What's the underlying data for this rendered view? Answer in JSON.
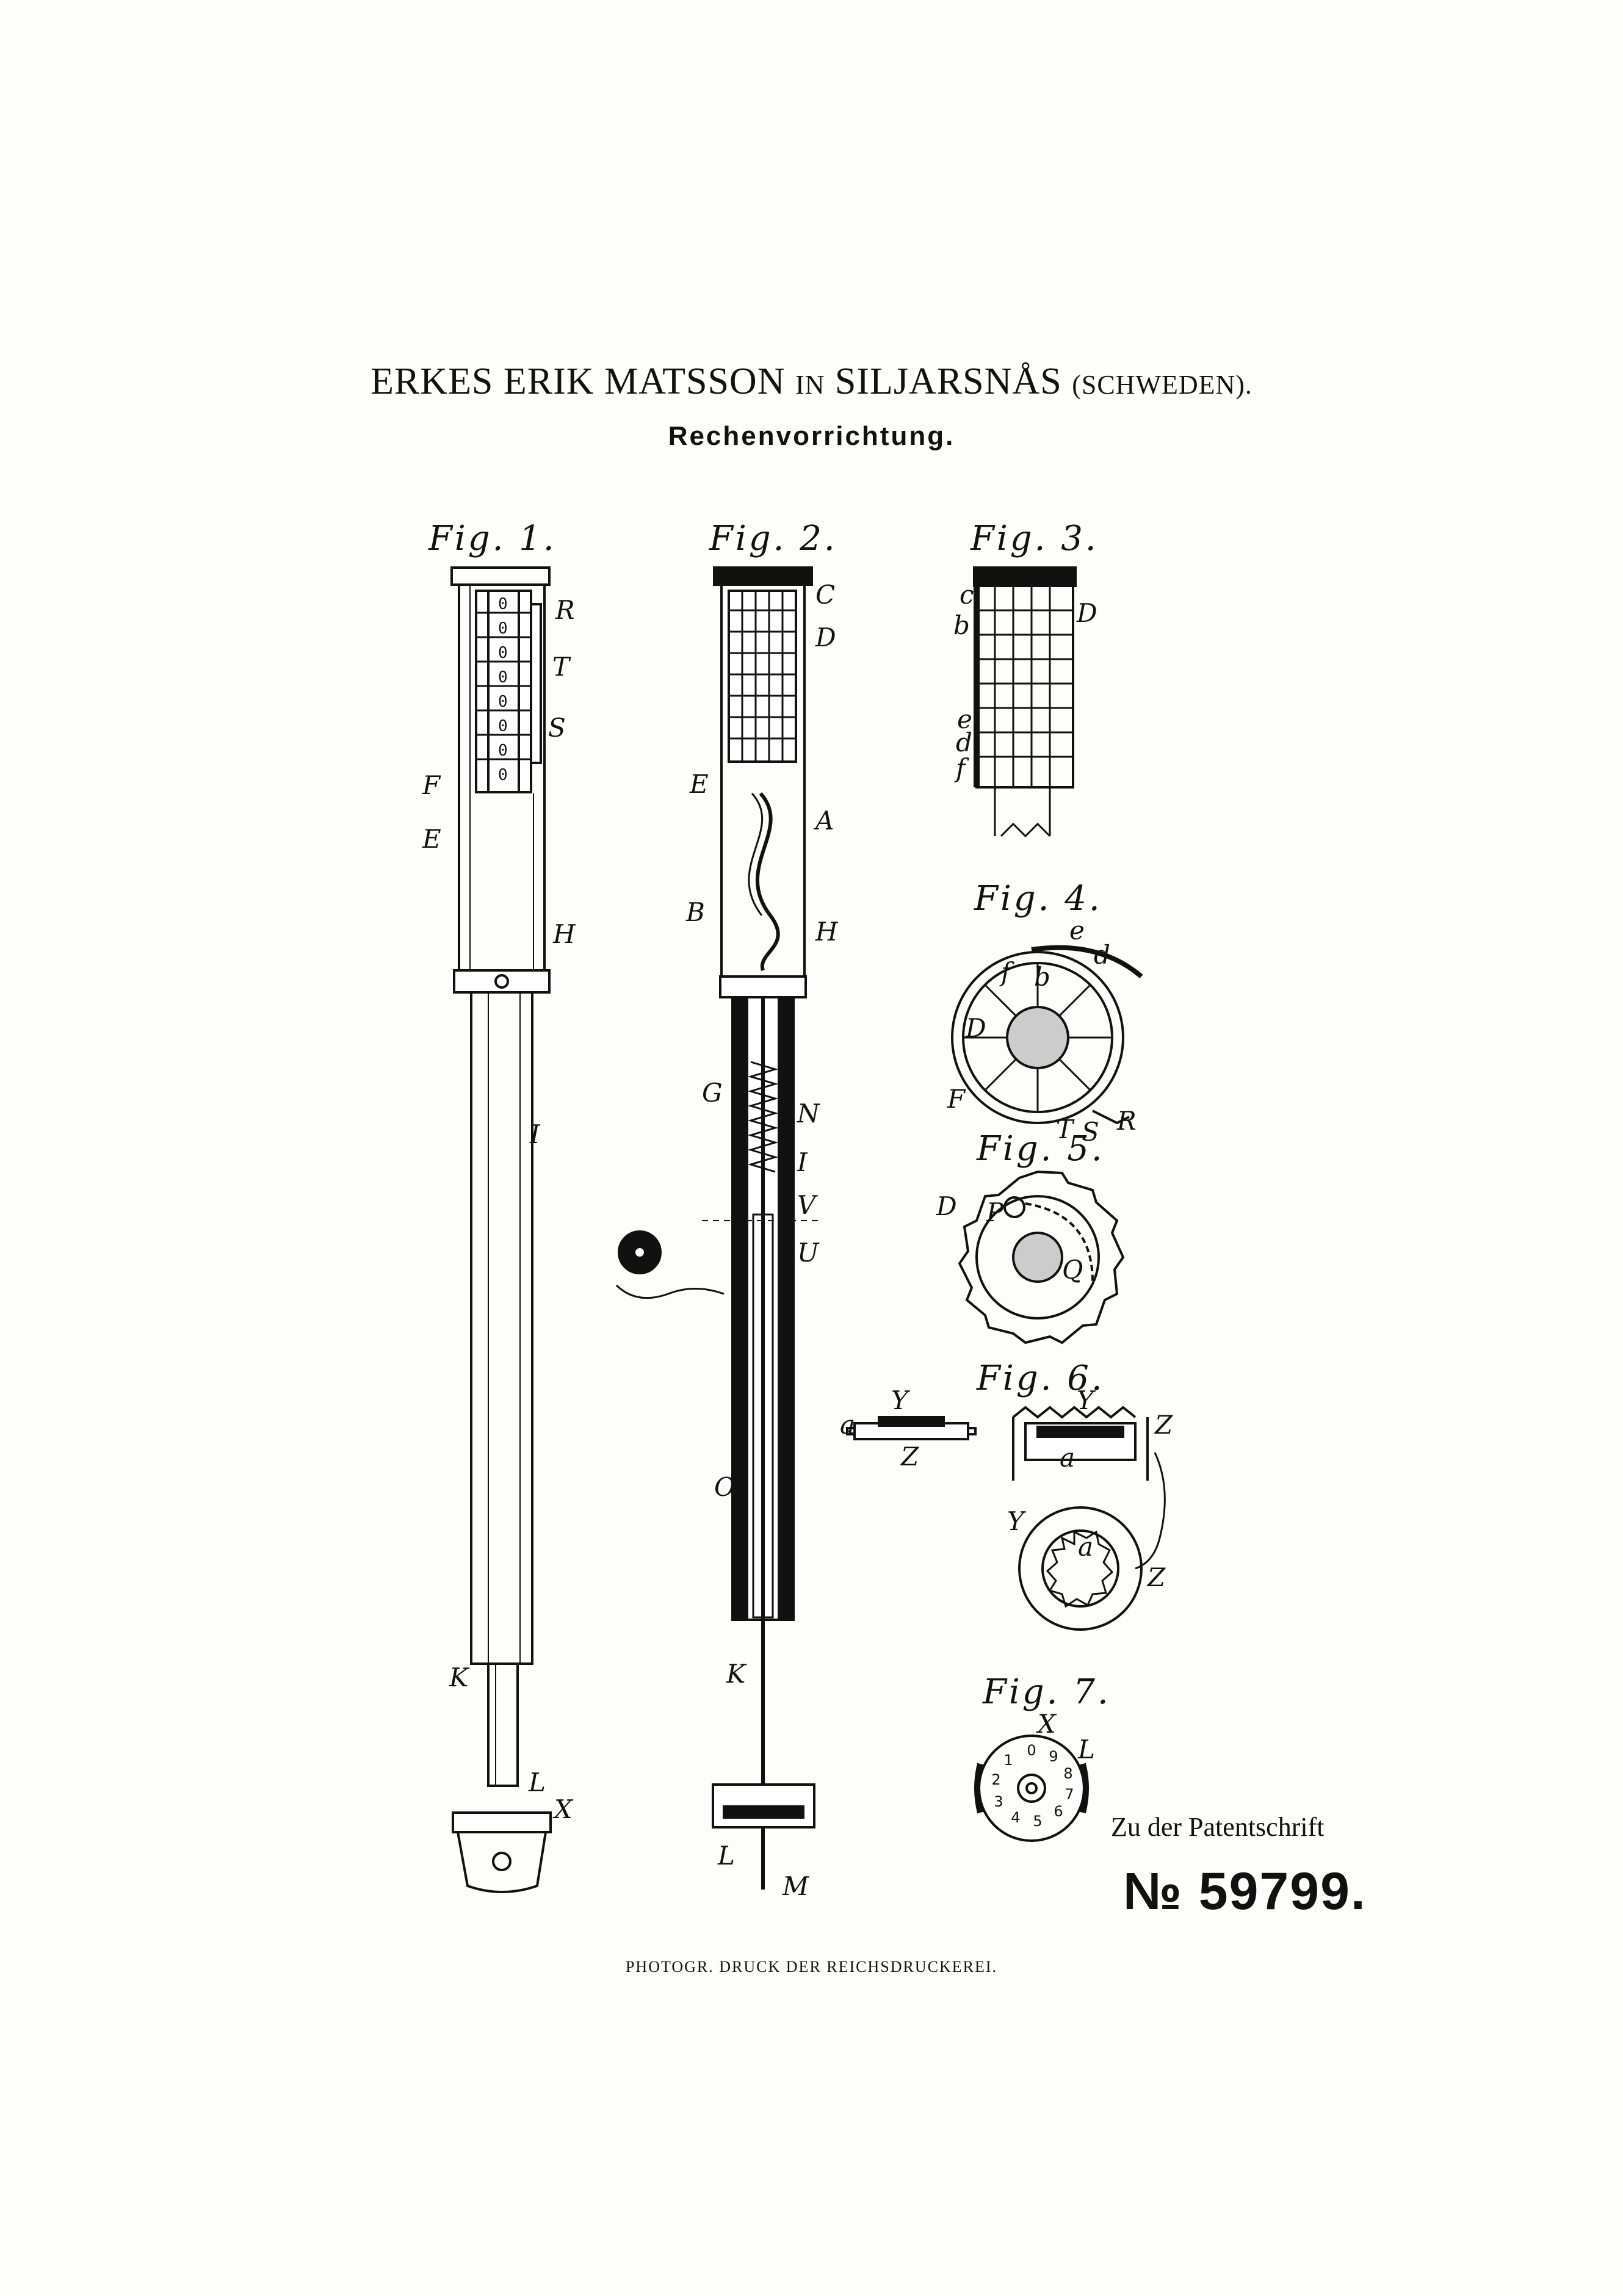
{
  "header": {
    "inventor": "ERKES ERIK MATSSON",
    "in_word": "IN",
    "place": "SILJARSNÅS",
    "country": "(SCHWEDEN).",
    "subtitle": "Rechenvorrichtung."
  },
  "figures": {
    "fig1": "Fig. 1.",
    "fig2": "Fig. 2.",
    "fig3": "Fig. 3.",
    "fig4": "Fig. 4.",
    "fig5": "Fig. 5.",
    "fig6": "Fig. 6.",
    "fig7": "Fig. 7."
  },
  "refs": {
    "fig1": [
      "R",
      "T",
      "S",
      "F",
      "E",
      "H",
      "I",
      "K",
      "L",
      "X"
    ],
    "fig2": [
      "C",
      "D",
      "E",
      "A",
      "B",
      "H",
      "G",
      "N",
      "I",
      "V",
      "U",
      "O",
      "K",
      "L",
      "M"
    ],
    "fig3": [
      "c",
      "D",
      "b",
      "e",
      "d",
      "f"
    ],
    "fig4": [
      "e",
      "d",
      "f",
      "b",
      "D",
      "F",
      "T",
      "S",
      "R"
    ],
    "fig5": [
      "D",
      "P",
      "Q"
    ],
    "fig6": [
      "Y",
      "a",
      "Z",
      "Y",
      "Z",
      "a",
      "Y",
      "a",
      "Z"
    ],
    "fig7": [
      "X",
      "L"
    ]
  },
  "dial_digits": [
    "0",
    "1",
    "2",
    "3",
    "4",
    "5",
    "6",
    "7",
    "8",
    "9"
  ],
  "patent": {
    "note": "Zu der Patentschrift",
    "number": "№ 59799."
  },
  "footer": "PHOTOGR. DRUCK DER REICHSDRUCKEREI."
}
